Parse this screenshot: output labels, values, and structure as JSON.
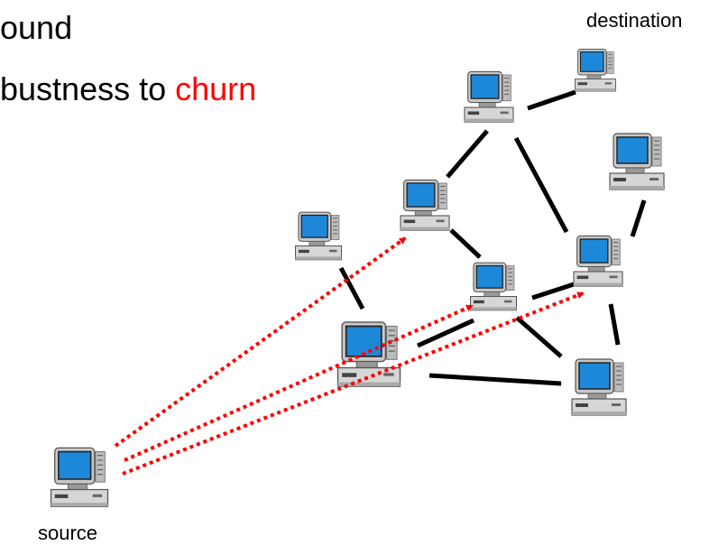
{
  "bullets": [
    {
      "text": "ound"
    },
    {
      "prefix": "bustness to ",
      "highlight": "churn"
    }
  ],
  "labels": {
    "destination": "destination",
    "source": "source"
  },
  "colors": {
    "accent": "#ff0000",
    "link": "#000000",
    "probe": "#ff0000",
    "screen": "#1e88d8"
  },
  "icons": {
    "node": "desktop-computer-icon"
  }
}
